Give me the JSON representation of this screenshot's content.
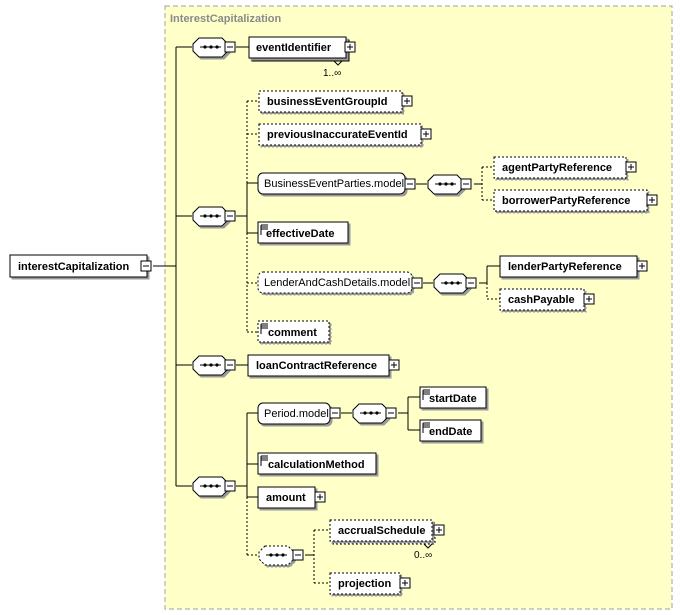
{
  "group": {
    "title": "InterestCapitalization"
  },
  "root": {
    "label": "interestCapitalization"
  },
  "elements": {
    "eventIdentifier": "eventIdentifier",
    "eventIdentifierOcc": "1..∞",
    "businessEventGroupId": "businessEventGroupId",
    "previousInaccurateEventId": "previousInaccurateEventId",
    "businessEventPartiesModel": "BusinessEventParties.model",
    "agentPartyReference": "agentPartyReference",
    "borrowerPartyReference": "borrowerPartyReference",
    "effectiveDate": "effectiveDate",
    "lenderAndCashDetailsModel": "LenderAndCashDetails.model",
    "lenderPartyReference": "lenderPartyReference",
    "cashPayable": "cashPayable",
    "comment": "comment",
    "loanContractReference": "loanContractReference",
    "periodModel": "Period.model",
    "startDate": "startDate",
    "endDate": "endDate",
    "calculationMethod": "calculationMethod",
    "amount": "amount",
    "accrualSchedule": "accrualSchedule",
    "accrualScheduleOcc": "0..∞",
    "projection": "projection"
  },
  "colors": {
    "groupFill": "#ffffc8",
    "groupBorder": "#a0a0a0",
    "boxFill": "#ffffff",
    "line": "#000000"
  }
}
